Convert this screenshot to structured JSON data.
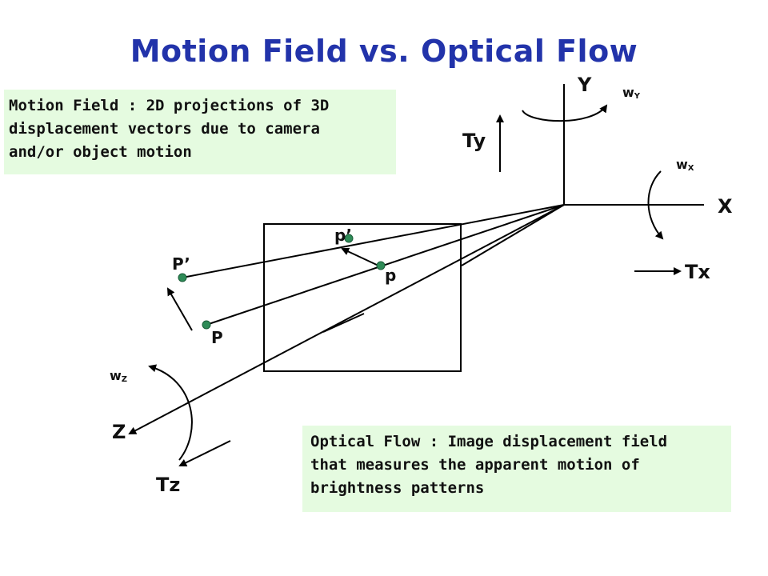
{
  "title": "Motion Field vs. Optical Flow",
  "motion_field_box": {
    "lines": [
      "Motion Field : 2D projections of 3D",
      "displacement vectors due to camera",
      "and/or object motion"
    ]
  },
  "optical_flow_box": {
    "lines": [
      "Optical Flow : Image displacement field",
      "that measures the apparent motion of",
      "brightness patterns"
    ]
  },
  "labels": {
    "axis_y": "Y",
    "axis_x": "X",
    "axis_z": "Z",
    "ty": "Ty",
    "tx": "Tx",
    "tz": "Tz",
    "w": "w",
    "wy_sub": "Y",
    "wx_sub": "X",
    "wz_sub": "Z",
    "point_p_image": "p",
    "point_p_prime_image": "p’",
    "point_P_world": "P",
    "point_P_prime_world": "P’"
  },
  "colors": {
    "title": "#2233aa",
    "box_bg": "#e5fbe0",
    "point": "#2e8b57",
    "line": "#000000"
  }
}
